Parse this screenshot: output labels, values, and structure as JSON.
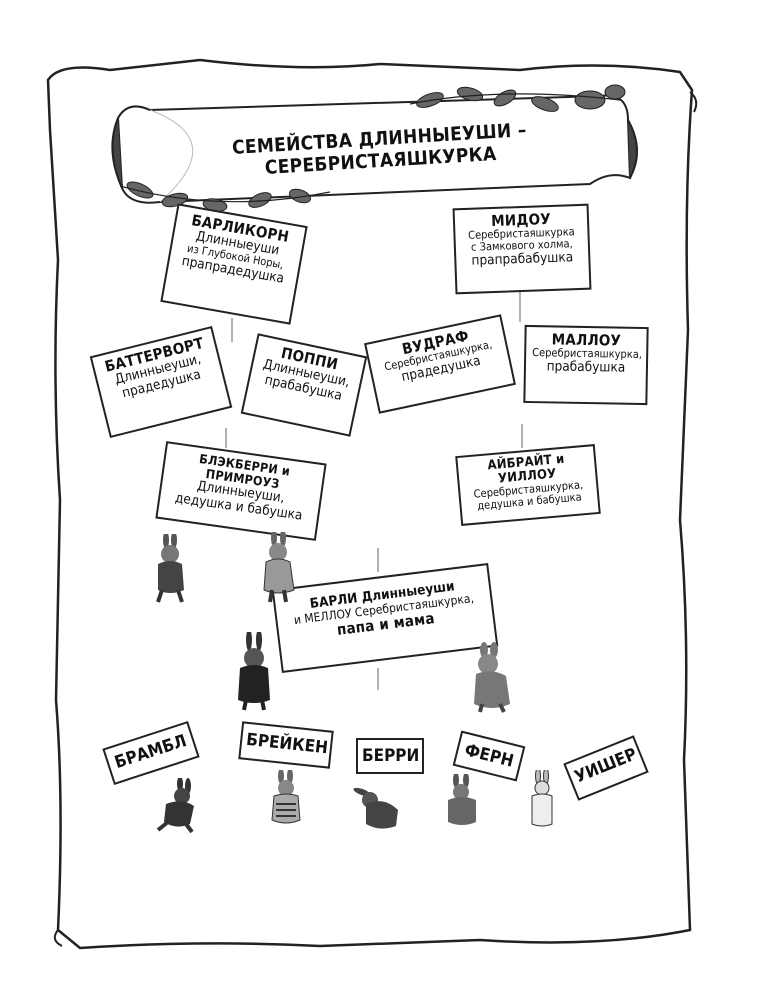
{
  "title": "СЕМЕЙСТВА ДЛИННЫЕУШИ – СЕРЕБРИСТАЯШКУРКА",
  "generations": {
    "great_great": [
      {
        "name": "БАРЛИКОРН",
        "lines": [
          "Длинныеуши",
          "из Глубокой Норы,",
          "прапрадедушка"
        ]
      },
      {
        "name": "МИДОУ",
        "lines": [
          "Серебристаяшкурка",
          "с Замкового холма,",
          "прапрабабушка"
        ]
      }
    ],
    "great": [
      {
        "name": "БАТТЕРВОРТ",
        "lines": [
          "Длинныеуши,",
          "прадедушка"
        ]
      },
      {
        "name": "ПОППИ",
        "lines": [
          "Длинныеуши,",
          "прабабушка"
        ]
      },
      {
        "name": "ВУДРАФ",
        "lines": [
          "Серебристаяшкурка,",
          "прадедушка"
        ]
      },
      {
        "name": "МАЛЛОУ",
        "lines": [
          "Серебристаяшкурка,",
          "прабабушка"
        ]
      }
    ],
    "grand": [
      {
        "name": "БЛЭКБЕРРИ и ПРИМРОУЗ",
        "lines": [
          "Длинныеуши,",
          "дедушка и бабушка"
        ]
      },
      {
        "name": "АЙБРАЙТ и УИЛЛОУ",
        "lines": [
          "Серебристаяшкурка,",
          "дедушка и бабушка"
        ]
      }
    ],
    "parents": {
      "line1": "БАРЛИ Длинныеуши",
      "line2": "и МЕЛЛОУ Серебристаяшкурка,",
      "line3": "папа и мама"
    }
  },
  "children": [
    "БРАМБЛ",
    "БРЕЙКЕН",
    "БЕРРИ",
    "ФЕРН",
    "УИШЕР"
  ]
}
